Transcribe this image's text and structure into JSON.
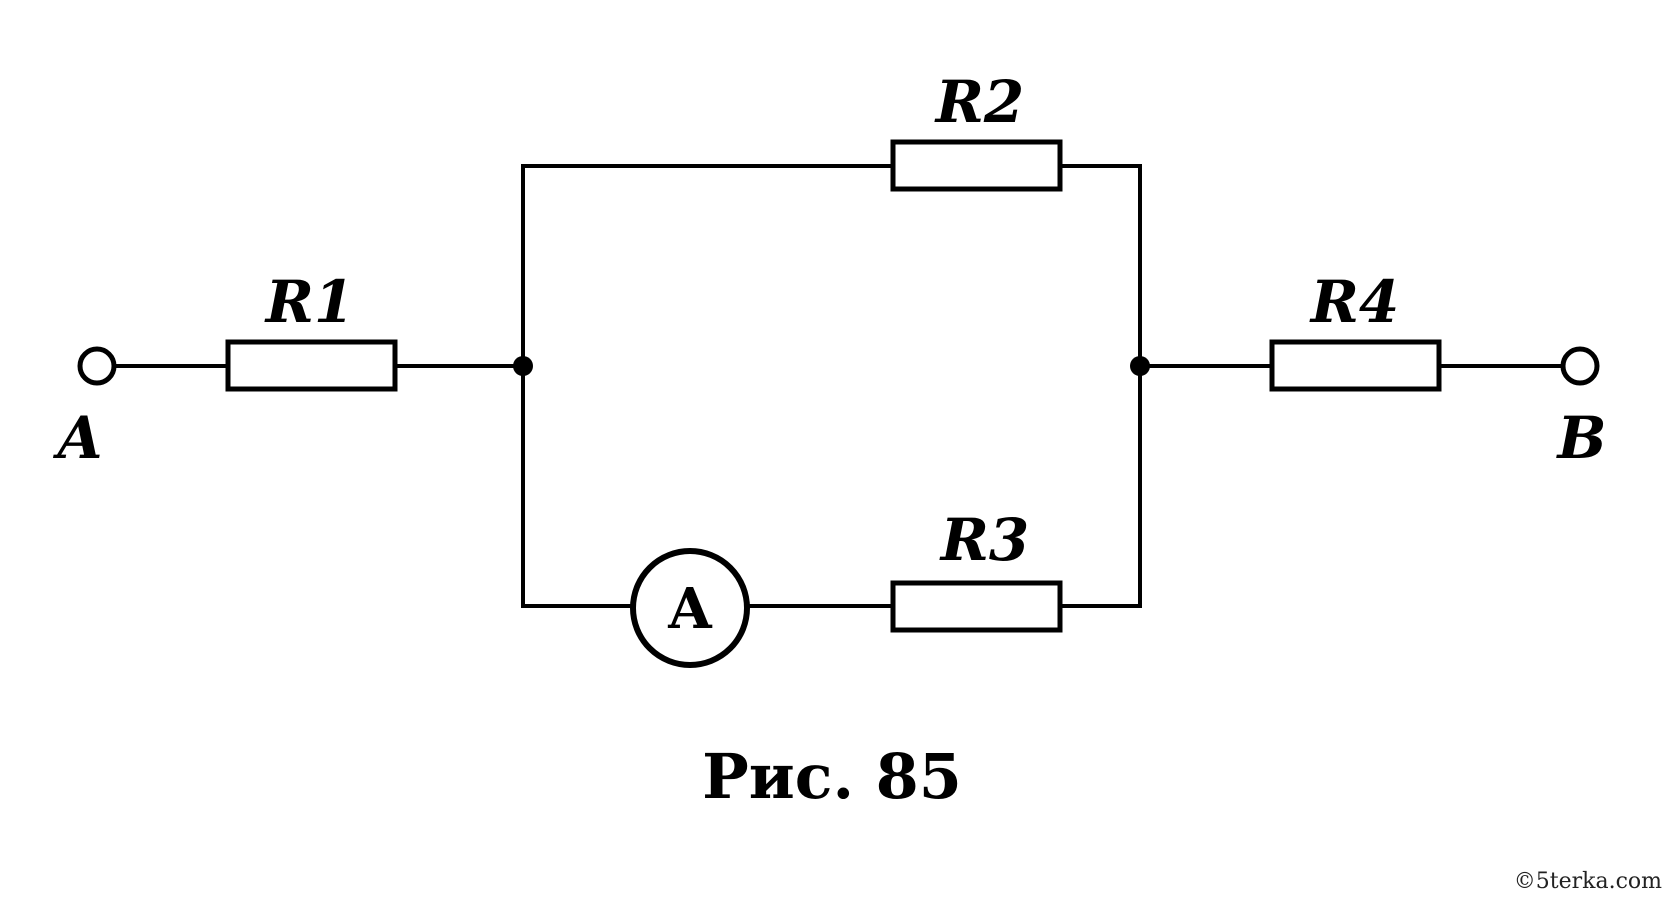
{
  "page": {
    "background": "#ffffff",
    "line_color": "#000000"
  },
  "circuit": {
    "terminal_a_label": "A",
    "terminal_b_label": "B",
    "resistor_r1_label": "R1",
    "resistor_r2_label": "R2",
    "resistor_r3_label": "R3",
    "resistor_r4_label": "R4",
    "ammeter_label": "A",
    "caption": "Рис. 85",
    "watermark": "©5terka.com"
  }
}
